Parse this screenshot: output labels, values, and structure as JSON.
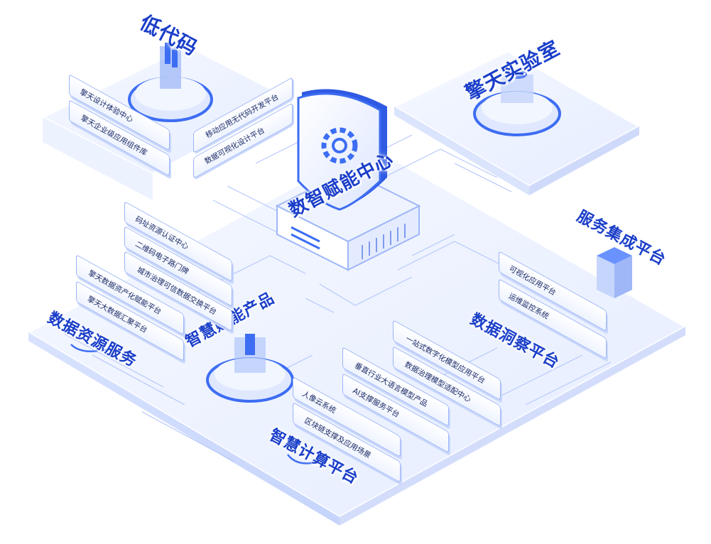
{
  "center": {
    "title": "数智赋能中心"
  },
  "zones": {
    "lowcode": {
      "title": "低代码",
      "items_left": [
        "擎天设计体验中心",
        "擎天企业级应用组件库"
      ],
      "items_right": [
        "移动应用无代码开发平台",
        "数据可视化设计平台"
      ]
    },
    "lab": {
      "title": "擎天实验室"
    },
    "service": {
      "title": "服务集成平台",
      "items": [
        "可视化应用平台",
        "运维监控系统"
      ]
    },
    "insight": {
      "title": "数据洞察平台",
      "items": [
        "一站式数字化模型应用平台",
        "数据治理模型适配中心"
      ]
    },
    "smart_product": {
      "title": "智慧赋能产品",
      "items": [
        "码址资源认证中心",
        "二维码电子路门牌",
        "城市治理可信数据交换平台"
      ]
    },
    "data_resource": {
      "title": "数据资源服务",
      "items": [
        "擎天数据资产化赋能平台",
        "擎天大数据汇聚平台"
      ]
    },
    "compute": {
      "title": "智慧计算平台",
      "items_top": [
        "垂直行业大语言模型产品",
        "AI支撑服务平台"
      ],
      "items_bottom": [
        "人像云系统",
        "区块链支撑及应用场景"
      ]
    }
  },
  "colors": {
    "accent": "#1a3ec9",
    "primary": "#3d6df2",
    "platform": "#eef2ff",
    "line": "#b6c8fb"
  }
}
